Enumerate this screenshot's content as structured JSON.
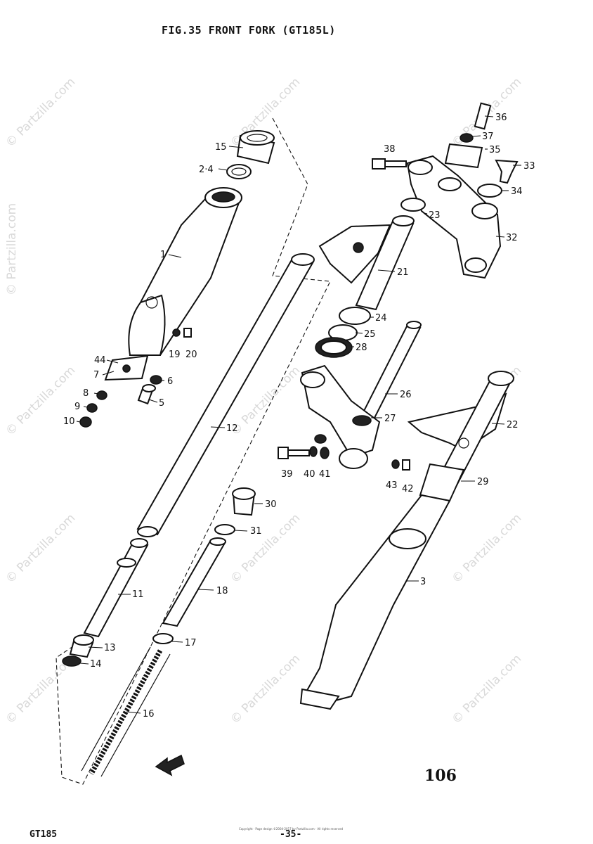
{
  "title": "FIG.35  FRONT FORK (GT185L)",
  "page_number": "106",
  "model": "GT185",
  "footer_number": "-35-",
  "footer_fine_print": "Copyright · Page design ©2004-2017 by Partzilla.com · All rights reserved",
  "watermark": "© Partzilla.com",
  "labels": {
    "p1": "1",
    "p2_4": "2·4",
    "p3": "3",
    "p5": "5",
    "p6": "6",
    "p7": "7",
    "p8": "8",
    "p9": "9",
    "p10": "10",
    "p11": "11",
    "p12": "12",
    "p13": "13",
    "p14": "14",
    "p15": "15",
    "p16": "16",
    "p17": "17",
    "p18": "18",
    "p19": "19",
    "p20": "20",
    "p21": "21",
    "p22": "22",
    "p23": "23",
    "p24": "24",
    "p25": "25",
    "p26": "26",
    "p27": "27",
    "p28": "28",
    "p29": "29",
    "p30": "30",
    "p31": "31",
    "p32": "32",
    "p33": "33",
    "p34": "34",
    "p35": "35",
    "p36": "36",
    "p37": "37",
    "p38": "38",
    "p39": "39",
    "p40": "40",
    "p41": "41",
    "p42": "42",
    "p43": "43",
    "p44": "44"
  }
}
